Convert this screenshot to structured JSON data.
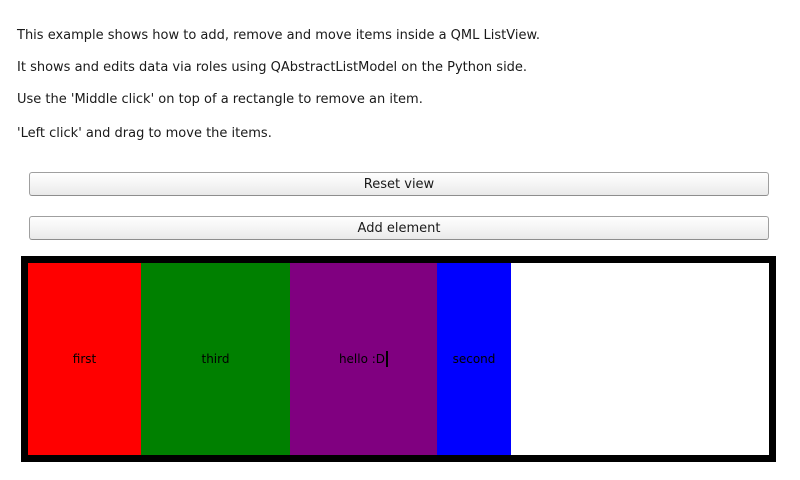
{
  "instructions": [
    "This example shows how to add, remove and move items inside a QML ListView.",
    "It shows and edits data via roles using QAbstractListModel on the Python side.",
    "Use the 'Middle click' on top of a rectangle to remove an item.",
    "'Left click' and drag to move the items."
  ],
  "buttons": {
    "reset": "Reset view",
    "add": "Add element"
  },
  "list": {
    "border_color": "#000000",
    "background": "#ffffff",
    "items": [
      {
        "label": "first",
        "color": "#ff0000",
        "width": 113,
        "editing": false
      },
      {
        "label": "third",
        "color": "#008000",
        "width": 149,
        "editing": false
      },
      {
        "label": "hello :D",
        "color": "#800080",
        "width": 147,
        "editing": true
      },
      {
        "label": "second",
        "color": "#0000ff",
        "width": 74,
        "editing": false
      }
    ]
  },
  "theme": {
    "text_color": "#1a1a1a",
    "button_border": "#9f9f9f",
    "button_gradient_top": "#fefefe",
    "button_gradient_bottom": "#e9e9e9"
  }
}
